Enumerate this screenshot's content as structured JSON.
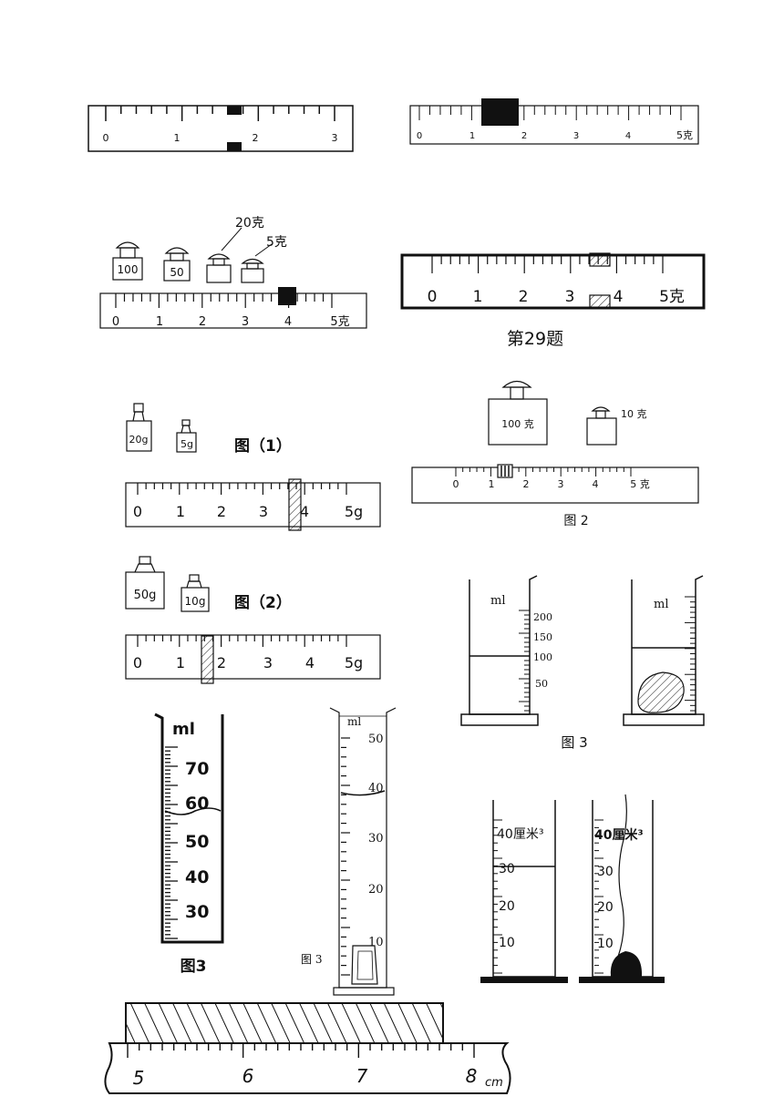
{
  "scale1": {
    "labels": [
      "0",
      "1",
      "2",
      "3"
    ]
  },
  "scale2": {
    "labels": [
      "0",
      "1",
      "2",
      "3",
      "4",
      "5克"
    ]
  },
  "scale3": {
    "labels": [
      "0",
      "1",
      "2",
      "3",
      "4",
      "5克"
    ],
    "weights": [
      "100",
      "50"
    ],
    "weight_callouts": [
      "20克",
      "5克"
    ]
  },
  "scale4": {
    "labels": [
      "0",
      "1",
      "2",
      "3",
      "4",
      "5克"
    ],
    "caption": "第29题"
  },
  "fig1": {
    "weights": [
      "20g",
      "5g"
    ],
    "caption": "图（1）",
    "labels": [
      "0",
      "1",
      "2",
      "3",
      "4",
      "5g"
    ]
  },
  "fig2": {
    "weights": [
      "50g",
      "10g"
    ],
    "caption": "图（2）",
    "labels": [
      "0",
      "1",
      "2",
      "3",
      "4",
      "5g"
    ]
  },
  "fig2b": {
    "weight_big": "100 克",
    "weight_small": "10 克",
    "labels": [
      "0",
      "1",
      "2",
      "3",
      "4",
      "5 克"
    ],
    "caption": "图 2"
  },
  "cyl_pair1": {
    "unit": "ml",
    "labels": [
      "200",
      "150",
      "100",
      "50"
    ],
    "unit_right": "ml",
    "caption": "图 3"
  },
  "cyl_big": {
    "unit": "ml",
    "labels": [
      "70",
      "60",
      "50",
      "40",
      "30"
    ],
    "caption": "图3"
  },
  "cyl_tall": {
    "unit": "ml",
    "labels": [
      "50",
      "40",
      "30",
      "20",
      "10"
    ],
    "caption": "图 3"
  },
  "cyl_pair2": {
    "left_labels": [
      "40厘米³",
      "30",
      "20",
      "10"
    ],
    "right_labels": [
      "40厘米³",
      "30",
      "20",
      "10"
    ]
  },
  "ruler": {
    "labels": [
      "5",
      "6",
      "7",
      "8"
    ],
    "unit": "cm"
  }
}
